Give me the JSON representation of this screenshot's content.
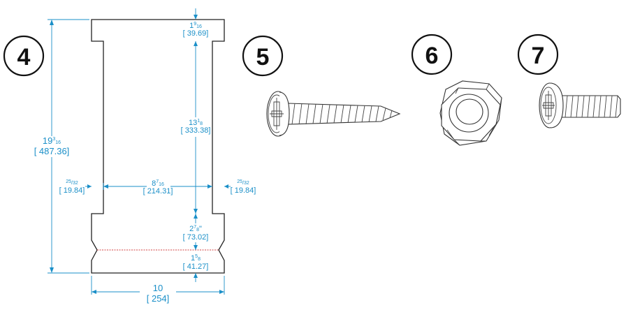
{
  "callouts": {
    "part4": "4",
    "part5": "5",
    "part6": "6",
    "part7": "7"
  },
  "dimensions": {
    "overall_height": {
      "whole": "19",
      "num": "3",
      "den": "16",
      "metric": "[ 487.36]"
    },
    "top_flange": {
      "whole": "1",
      "num": "9",
      "den": "16",
      "metric": "[ 39.69]"
    },
    "column_height": {
      "whole": "13",
      "num": "1",
      "den": "8",
      "metric": "[ 333.38]"
    },
    "inner_width": {
      "whole": "8",
      "num": "7",
      "den": "16",
      "metric": "[ 214.31]"
    },
    "left_step": {
      "num": "25",
      "den": "32",
      "metric": "[ 19.84]"
    },
    "right_step": {
      "num": "25",
      "den": "32",
      "metric": "[ 19.84]"
    },
    "base_upper": {
      "whole": "2",
      "num": "7",
      "den": "8",
      "suffix": "\"",
      "metric": "[ 73.02]"
    },
    "base_lower": {
      "whole": "1",
      "num": "5",
      "den": "8",
      "metric": "[ 41.27]"
    },
    "overall_width": {
      "value": "10",
      "metric": "[ 254]"
    }
  },
  "parts": {
    "part5_icon": "wood-screw-icon",
    "part6_icon": "hex-nut-icon",
    "part7_icon": "machine-screw-icon"
  }
}
